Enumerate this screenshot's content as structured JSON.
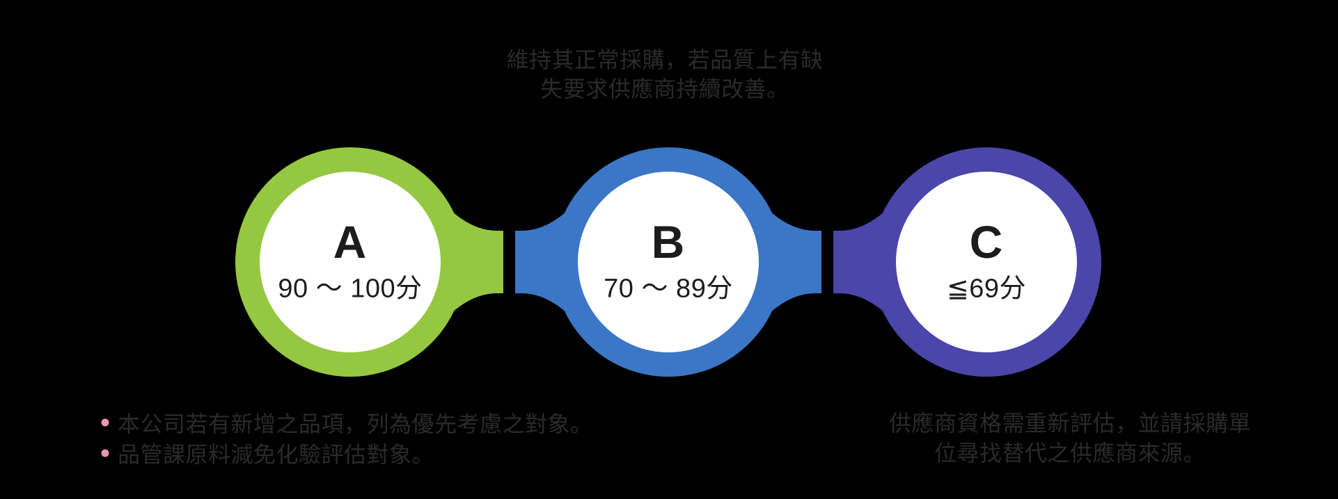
{
  "diagram": {
    "background": "#000000",
    "top_note": {
      "line1": "維持其正常採購，若品質上有缺",
      "line2": "失要求供應商持續改善。"
    },
    "grades": [
      {
        "letter": "A",
        "range": "90 ～ 100分",
        "color": "#95c840"
      },
      {
        "letter": "B",
        "range": "70 ～ 89分",
        "color": "#3c76c6"
      },
      {
        "letter": "C",
        "range": "≦69分",
        "color": "#4b46a9"
      }
    ],
    "circle_inner_color": "#ffffff",
    "grade_a_notes": {
      "bullet_color": "#f193b9",
      "items": [
        "本公司若有新增之品項，列為優先考慮之對象。",
        "品管課原料減免化驗評估對象。"
      ]
    },
    "grade_c_note": {
      "line1": "供應商資格需重新評估，並請採購單",
      "line2": "位尋找替代之供應商來源。"
    },
    "text_colors": {
      "on_background": "#2a2a2a",
      "in_circle": "#1c1c1c"
    }
  }
}
